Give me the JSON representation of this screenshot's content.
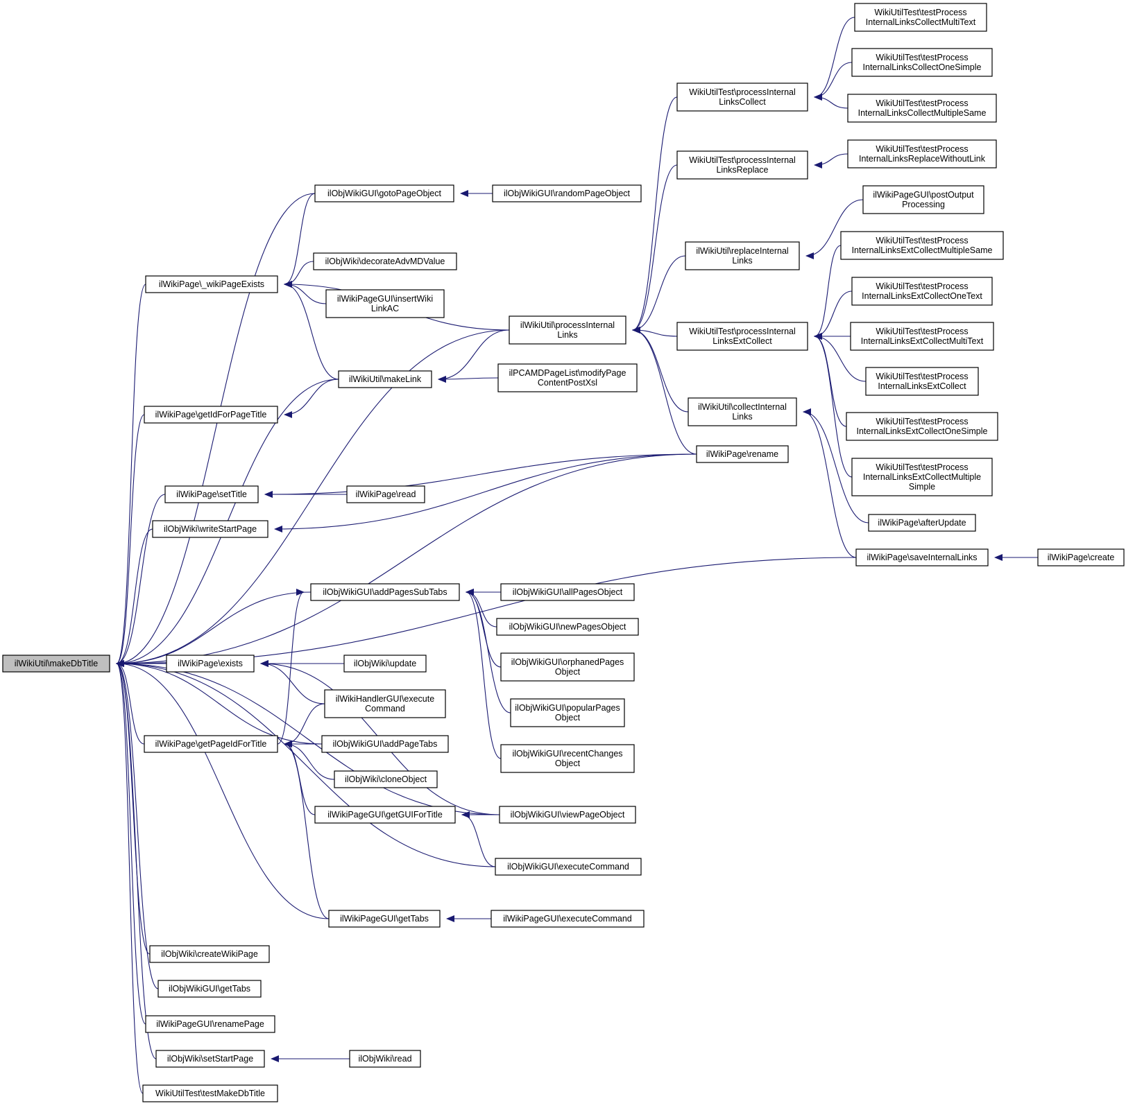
{
  "diagram": {
    "type": "call-graph",
    "edge_color": "#191970",
    "root_fill": "#bfbfbf",
    "nodes": [
      {
        "id": "root",
        "lines": [
          "ilWikiUtil\\makeDbTitle"
        ],
        "root": true
      },
      {
        "id": "goto",
        "lines": [
          "ilObjWikiGUI\\gotoPageObject"
        ]
      },
      {
        "id": "randomPage",
        "lines": [
          "ilObjWikiGUI\\randomPageObject"
        ]
      },
      {
        "id": "wikiExists",
        "lines": [
          "ilWikiPage\\_wikiPageExists"
        ]
      },
      {
        "id": "decorate",
        "lines": [
          "ilObjWiki\\decorateAdvMDValue"
        ]
      },
      {
        "id": "insertWiki",
        "lines": [
          "ilWikiPageGUI\\insertWiki",
          "LinkAC"
        ]
      },
      {
        "id": "procInt",
        "lines": [
          "ilWikiUtil\\processInternal",
          "Links"
        ]
      },
      {
        "id": "makeLink",
        "lines": [
          "ilWikiUtil\\makeLink"
        ]
      },
      {
        "id": "modifyPage",
        "lines": [
          "ilPCAMDPageList\\modifyPage",
          "ContentPostXsl"
        ]
      },
      {
        "id": "getIdForPage",
        "lines": [
          "ilWikiPage\\getIdForPageTitle"
        ]
      },
      {
        "id": "setTitle",
        "lines": [
          "ilWikiPage\\setTitle"
        ]
      },
      {
        "id": "pageRead",
        "lines": [
          "ilWikiPage\\read"
        ]
      },
      {
        "id": "writeStart",
        "lines": [
          "ilObjWiki\\writeStartPage"
        ]
      },
      {
        "id": "rename",
        "lines": [
          "ilWikiPage\\rename"
        ]
      },
      {
        "id": "testPILC",
        "lines": [
          "WikiUtilTest\\processInternal",
          "LinksCollect"
        ]
      },
      {
        "id": "testPILR",
        "lines": [
          "WikiUtilTest\\processInternal",
          "LinksReplace"
        ]
      },
      {
        "id": "replaceInt",
        "lines": [
          "ilWikiUtil\\replaceInternal",
          "Links"
        ]
      },
      {
        "id": "testPILEC",
        "lines": [
          "WikiUtilTest\\processInternal",
          "LinksExtCollect"
        ]
      },
      {
        "id": "collectInt",
        "lines": [
          "ilWikiUtil\\collectInternal",
          "Links"
        ]
      },
      {
        "id": "t1",
        "lines": [
          "WikiUtilTest\\testProcess",
          "InternalLinksCollectMultiText"
        ]
      },
      {
        "id": "t2",
        "lines": [
          "WikiUtilTest\\testProcess",
          "InternalLinksCollectOneSimple"
        ]
      },
      {
        "id": "t3",
        "lines": [
          "WikiUtilTest\\testProcess",
          "InternalLinksCollectMultipleSame"
        ]
      },
      {
        "id": "t4",
        "lines": [
          "WikiUtilTest\\testProcess",
          "InternalLinksReplaceWithoutLink"
        ]
      },
      {
        "id": "postOut",
        "lines": [
          "ilWikiPageGUI\\postOutput",
          "Processing"
        ]
      },
      {
        "id": "t5",
        "lines": [
          "WikiUtilTest\\testProcess",
          "InternalLinksExtCollectMultipleSame"
        ]
      },
      {
        "id": "t6",
        "lines": [
          "WikiUtilTest\\testProcess",
          "InternalLinksExtCollectOneText"
        ]
      },
      {
        "id": "t7",
        "lines": [
          "WikiUtilTest\\testProcess",
          "InternalLinksExtCollectMultiText"
        ]
      },
      {
        "id": "t8",
        "lines": [
          "WikiUtilTest\\testProcess",
          "InternalLinksExtCollect"
        ]
      },
      {
        "id": "t9",
        "lines": [
          "WikiUtilTest\\testProcess",
          "InternalLinksExtCollectOneSimple"
        ]
      },
      {
        "id": "t10",
        "lines": [
          "WikiUtilTest\\testProcess",
          "InternalLinksExtCollectMultiple",
          "Simple"
        ]
      },
      {
        "id": "afterUpdate",
        "lines": [
          "ilWikiPage\\afterUpdate"
        ]
      },
      {
        "id": "saveIntLinks",
        "lines": [
          "ilWikiPage\\saveInternalLinks"
        ]
      },
      {
        "id": "create",
        "lines": [
          "ilWikiPage\\create"
        ]
      },
      {
        "id": "addPagesSub",
        "lines": [
          "ilObjWikiGUI\\addPagesSubTabs"
        ]
      },
      {
        "id": "allPages",
        "lines": [
          "ilObjWikiGUI\\allPagesObject"
        ]
      },
      {
        "id": "newPages",
        "lines": [
          "ilObjWikiGUI\\newPagesObject"
        ]
      },
      {
        "id": "orphaned",
        "lines": [
          "ilObjWikiGUI\\orphanedPages",
          "Object"
        ]
      },
      {
        "id": "popular",
        "lines": [
          "ilObjWikiGUI\\popularPages",
          "Object"
        ]
      },
      {
        "id": "recent",
        "lines": [
          "ilObjWikiGUI\\recentChanges",
          "Object"
        ]
      },
      {
        "id": "exists",
        "lines": [
          "ilWikiPage\\exists"
        ]
      },
      {
        "id": "update",
        "lines": [
          "ilObjWiki\\update"
        ]
      },
      {
        "id": "handlerExec",
        "lines": [
          "ilWikiHandlerGUI\\execute",
          "Command"
        ]
      },
      {
        "id": "getPageId",
        "lines": [
          "ilWikiPage\\getPageIdForTitle"
        ]
      },
      {
        "id": "addPageTabs",
        "lines": [
          "ilObjWikiGUI\\addPageTabs"
        ]
      },
      {
        "id": "cloneObj",
        "lines": [
          "ilObjWiki\\cloneObject"
        ]
      },
      {
        "id": "getGUIFor",
        "lines": [
          "ilWikiPageGUI\\getGUIForTitle"
        ]
      },
      {
        "id": "viewPage",
        "lines": [
          "ilObjWikiGUI\\viewPageObject"
        ]
      },
      {
        "id": "objExec",
        "lines": [
          "ilObjWikiGUI\\executeCommand"
        ]
      },
      {
        "id": "pgGetTabs",
        "lines": [
          "ilWikiPageGUI\\getTabs"
        ]
      },
      {
        "id": "pgExec",
        "lines": [
          "ilWikiPageGUI\\executeCommand"
        ]
      },
      {
        "id": "createWiki",
        "lines": [
          "ilObjWiki\\createWikiPage"
        ]
      },
      {
        "id": "objGetTabs",
        "lines": [
          "ilObjWikiGUI\\getTabs"
        ]
      },
      {
        "id": "renamePage",
        "lines": [
          "ilWikiPageGUI\\renamePage"
        ]
      },
      {
        "id": "setStart",
        "lines": [
          "ilObjWiki\\setStartPage"
        ]
      },
      {
        "id": "objRead",
        "lines": [
          "ilObjWiki\\read"
        ]
      },
      {
        "id": "testMake",
        "lines": [
          "WikiUtilTest\\testMakeDbTitle"
        ]
      }
    ]
  }
}
